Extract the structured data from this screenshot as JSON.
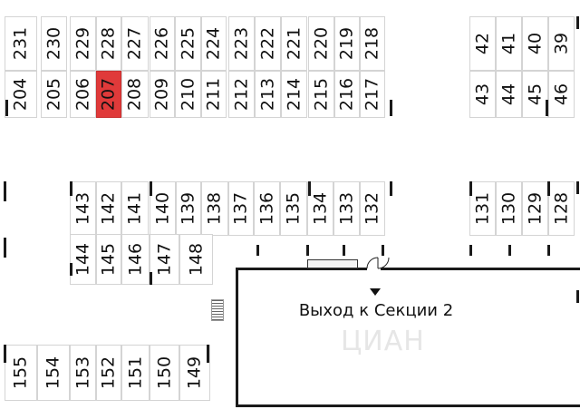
{
  "selected_spot": "207",
  "accent_color": "#e03a3a",
  "exit_label": "Выход к Секции 2",
  "exit_arrow_icon": "arrow-down-icon",
  "watermark": "ЦИАН",
  "rows": {
    "top_left": [
      "231",
      "230",
      "229",
      "228",
      "227",
      "226",
      "225",
      "224",
      "223",
      "222",
      "221",
      "220",
      "219",
      "218"
    ],
    "upper_left": [
      "204",
      "205",
      "206",
      "207",
      "208",
      "209",
      "210",
      "211",
      "212",
      "213",
      "214",
      "215",
      "216",
      "217"
    ],
    "top_right": [
      "42",
      "41",
      "40",
      "39"
    ],
    "upper_right": [
      "43",
      "44",
      "45",
      "46"
    ],
    "middle_left": [
      "143",
      "142",
      "141",
      "140",
      "139",
      "138",
      "137",
      "136",
      "135",
      "134",
      "133",
      "132"
    ],
    "middle_right": [
      "131",
      "130",
      "129",
      "128"
    ],
    "lower_left": [
      "144",
      "145",
      "146",
      "147",
      "148"
    ],
    "bottom_left": [
      "155",
      "154",
      "153",
      "152",
      "151",
      "150",
      "149"
    ]
  }
}
